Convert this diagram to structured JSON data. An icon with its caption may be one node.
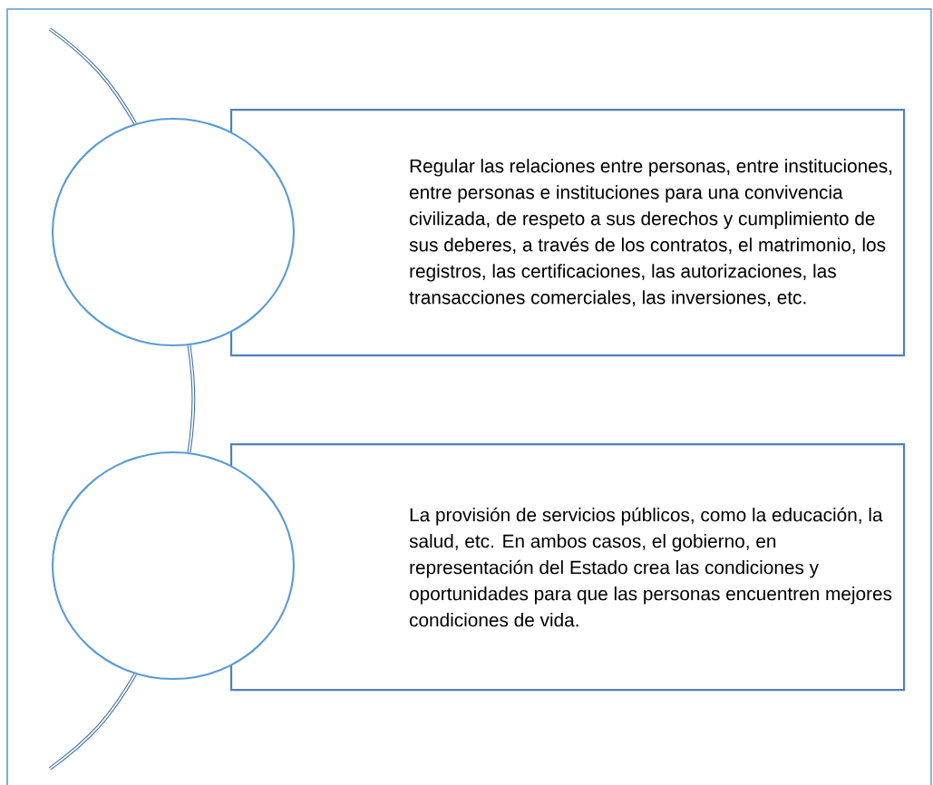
{
  "diagram": {
    "nodes": [
      {
        "text": [],
        "shape": "circle"
      },
      {
        "text": [
          "Regular las relaciones entre personas, entre instituciones, entre personas e instituciones para una convivencia civilizada, de respeto a sus derechos y cumplimiento de sus deberes, a través de los contratos, el matrimonio, los registros, las certificaciones, las autorizaciones, las transacciones comerciales, las inversiones, etc."
        ]
      },
      {
        "text": [],
        "shape": "circle"
      },
      {
        "text": [
          "La provisión de servicios públicos, como la educación, la salud, etc. En ambos casos, el gobierno, en representación del Estado crea las condiciones y oportunidades para que las personas encuentren mejores condiciones de vida."
        ]
      }
    ],
    "edges": [
      {
        "from": null,
        "to": 0,
        "arrow": "none"
      },
      {
        "from": 0,
        "to": 2,
        "arrow": "none"
      },
      {
        "from": 2,
        "to": null,
        "arrow": "none"
      }
    ]
  }
}
